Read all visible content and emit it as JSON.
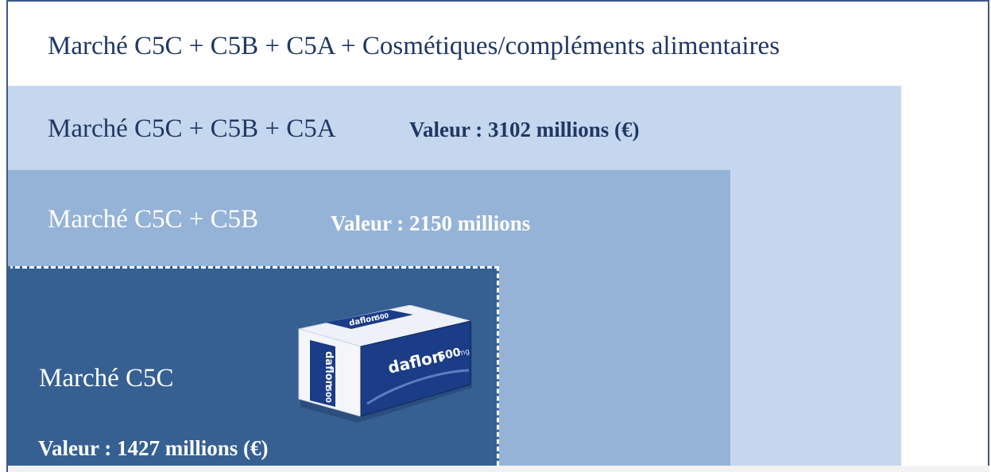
{
  "levels": {
    "market_all": {
      "title": "Marché C5C + C5B + C5A + Cosmétiques/compléments alimentaires"
    },
    "market_c5c_c5b_c5a": {
      "title": "Marché C5C + C5B + C5A",
      "value": "Valeur : 3102 millions (€)"
    },
    "market_c5c_c5b": {
      "title": "Marché C5C + C5B",
      "value": "Valeur : 2150 millions"
    },
    "market_c5c": {
      "title": "Marché C5C",
      "value": "Valeur : 1427 millions (€)"
    }
  },
  "product": {
    "brand": "daflon",
    "dose": "500",
    "unit": "mg"
  },
  "colors": {
    "level2_bg": "#c5d7ee",
    "level3_bg": "#95b3d7",
    "level4_bg": "#366092",
    "text_dark": "#1f3864"
  }
}
